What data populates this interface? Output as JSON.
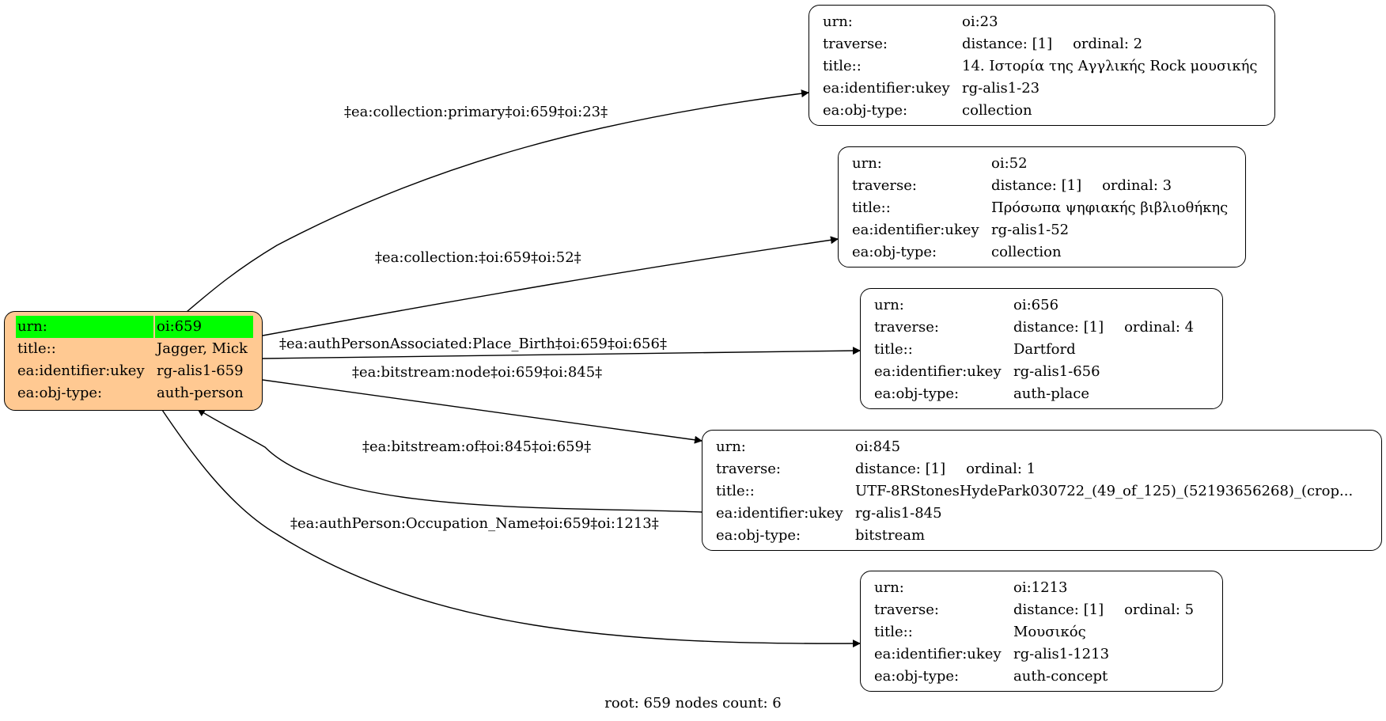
{
  "root": {
    "rows": [
      {
        "key": "urn:",
        "value": "oi:659"
      },
      {
        "key": "title::",
        "value": "Jagger, Mick"
      },
      {
        "key": "ea:identifier:ukey",
        "value": "rg-alis1-659"
      },
      {
        "key": "ea:obj-type:",
        "value": "auth-person"
      }
    ],
    "fill_color": "#ffc992",
    "highlight_color": "#00ff00"
  },
  "nodes": {
    "n23": {
      "urn": "oi:23",
      "distance": "distance: [1]",
      "ordinal": "ordinal: 2",
      "title": "14. Ιστορία της Αγγλικής Rock μουσικής",
      "ukey": "rg-alis1-23",
      "type": "collection"
    },
    "n52": {
      "urn": "oi:52",
      "distance": "distance: [1]",
      "ordinal": "ordinal: 3",
      "title": "Πρόσωπα ψηφιακής βιβλιοθήκης",
      "ukey": "rg-alis1-52",
      "type": "collection"
    },
    "n656": {
      "urn": "oi:656",
      "distance": "distance: [1]",
      "ordinal": "ordinal: 4",
      "title": "Dartford",
      "ukey": "rg-alis1-656",
      "type": "auth-place"
    },
    "n845": {
      "urn": "oi:845",
      "distance": "distance: [1]",
      "ordinal": "ordinal: 1",
      "title": "UTF-8RStonesHydePark030722_(49_of_125)_(52193656268)_(crop...",
      "ukey": "rg-alis1-845",
      "type": "bitstream"
    },
    "n1213": {
      "urn": "oi:1213",
      "distance": "distance: [1]",
      "ordinal": "ordinal: 5",
      "title": "Μουσικός",
      "ukey": "rg-alis1-1213",
      "type": "auth-concept"
    }
  },
  "keys": {
    "urn": "urn:",
    "traverse": "traverse:",
    "title": "title::",
    "ukey": "ea:identifier:ukey",
    "type": "ea:obj-type:"
  },
  "edges": {
    "e23": "‡ea:collection:primary‡oi:659‡oi:23‡",
    "e52": "‡ea:collection:‡oi:659‡oi:52‡",
    "e656": "‡ea:authPersonAssociated:Place_Birth‡oi:659‡oi:656‡",
    "e845": "‡ea:bitstream:node‡oi:659‡oi:845‡",
    "e845back": "‡ea:bitstream:of‡oi:845‡oi:659‡",
    "e1213": "‡ea:authPerson:Occupation_Name‡oi:659‡oi:1213‡"
  },
  "footer": "root: 659 nodes count: 6"
}
